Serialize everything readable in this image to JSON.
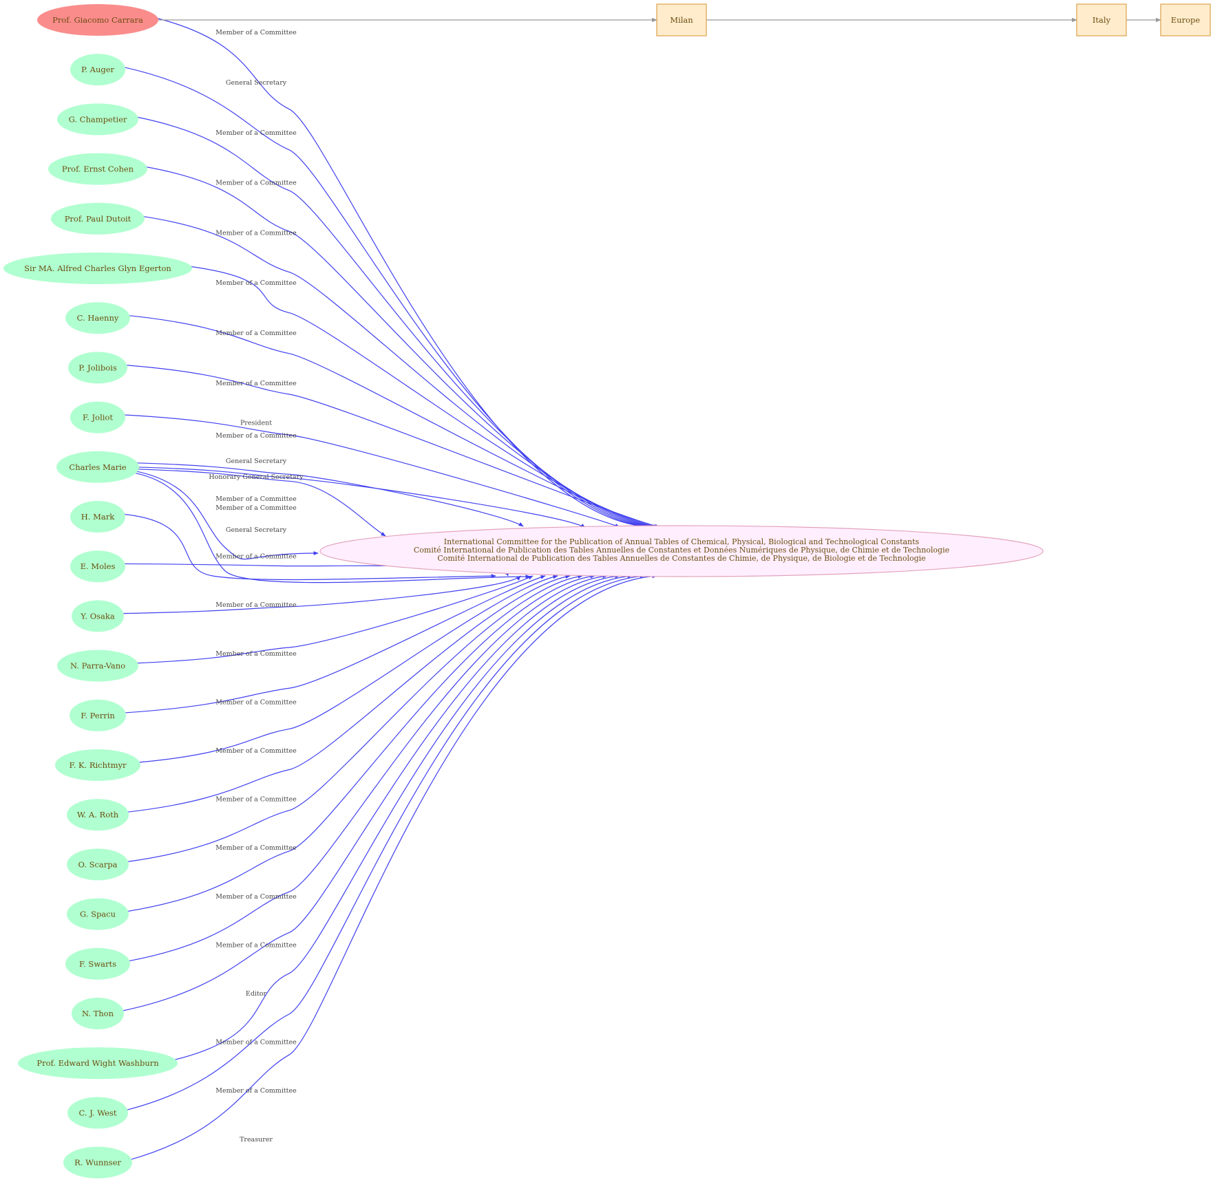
{
  "colors": {
    "person_fill": "#b0ffd0",
    "root_person_fill": "#fa8c8c",
    "hub_fill": "#ffeefe",
    "hub_stroke": "#e3a2bc",
    "place_fill": "#ffeccc",
    "place_stroke": "#dba24a",
    "edge_blue": "#4040f0",
    "edge_gray": "#999999",
    "label_text": "#6b4d0f"
  },
  "hub": {
    "lines": [
      "International Committee for the Publication of Annual Tables of  Chemical, Physical, Biological and Technological Constants",
      "Comité International de Publication des Tables Annuelles de Constantes et Données Numériques de Physique, de Chimie et de Technologie",
      "Comité International de Publication des Tables Annuelles de Constantes de Chimie, de Physique, de Biologie et de Technologie"
    ]
  },
  "places": [
    {
      "id": "milan",
      "label": "Milan"
    },
    {
      "id": "italy",
      "label": "Italy"
    },
    {
      "id": "europe",
      "label": "Europe"
    }
  ],
  "people": [
    {
      "name": "Prof. Giacomo Carrara",
      "root": true
    },
    {
      "name": "P. Auger"
    },
    {
      "name": "G. Champetier"
    },
    {
      "name": "Prof. Ernst Cohen"
    },
    {
      "name": "Prof. Paul Dutoit"
    },
    {
      "name": "Sir MA. Alfred Charles Glyn Egerton"
    },
    {
      "name": "C. Haenny"
    },
    {
      "name": "P. Jolibois"
    },
    {
      "name": "F. Joliot"
    },
    {
      "name": "Charles Marie"
    },
    {
      "name": "H. Mark"
    },
    {
      "name": "E. Moles"
    },
    {
      "name": "Y. Osaka"
    },
    {
      "name": "N. Parra-Vano"
    },
    {
      "name": "F. Perrin"
    },
    {
      "name": "F. K. Richtmyr"
    },
    {
      "name": "W. A. Roth"
    },
    {
      "name": "O. Scarpa"
    },
    {
      "name": "G. Spacu"
    },
    {
      "name": "F. Swarts"
    },
    {
      "name": "N. Thon"
    },
    {
      "name": "Prof. Edward Wight Washburn"
    },
    {
      "name": "C. J. West"
    },
    {
      "name": "R. Wunnser"
    }
  ],
  "edges": [
    {
      "from": 0,
      "role": "Member of a Committee"
    },
    {
      "from": 1,
      "role": "General Secretary"
    },
    {
      "from": 2,
      "role": "Member of a Committee"
    },
    {
      "from": 3,
      "role": "Member of a Committee"
    },
    {
      "from": 4,
      "role": "Member of a Committee"
    },
    {
      "from": 5,
      "role": "Member of a Committee"
    },
    {
      "from": 6,
      "role": "Member of a Committee"
    },
    {
      "from": 7,
      "role": "Member of a Committee"
    },
    {
      "from": 8,
      "role": "President"
    },
    {
      "from": 9,
      "role": "Member of a Committee"
    },
    {
      "from": 9,
      "role": "General Secretary"
    },
    {
      "from": 9,
      "role": "Honorary General Secretary"
    },
    {
      "from": 9,
      "role": "Member of a Committee"
    },
    {
      "from": 9,
      "role": "General Secretary"
    },
    {
      "from": 10,
      "role": "Member of a Committee"
    },
    {
      "from": 11,
      "role": "Member of a Committee"
    },
    {
      "from": 12,
      "role": "Member of a Committee"
    },
    {
      "from": 13,
      "role": "Member of a Committee"
    },
    {
      "from": 14,
      "role": "Member of a Committee"
    },
    {
      "from": 15,
      "role": "Member of a Committee"
    },
    {
      "from": 16,
      "role": "Member of a Committee"
    },
    {
      "from": 17,
      "role": "Member of a Committee"
    },
    {
      "from": 18,
      "role": "Member of a Committee"
    },
    {
      "from": 19,
      "role": "Member of a Committee"
    },
    {
      "from": 20,
      "role": "Editor"
    },
    {
      "from": 21,
      "role": "Member of a Committee"
    },
    {
      "from": 22,
      "role": "Member of a Committee"
    },
    {
      "from": 23,
      "role": "Treasurer"
    }
  ]
}
